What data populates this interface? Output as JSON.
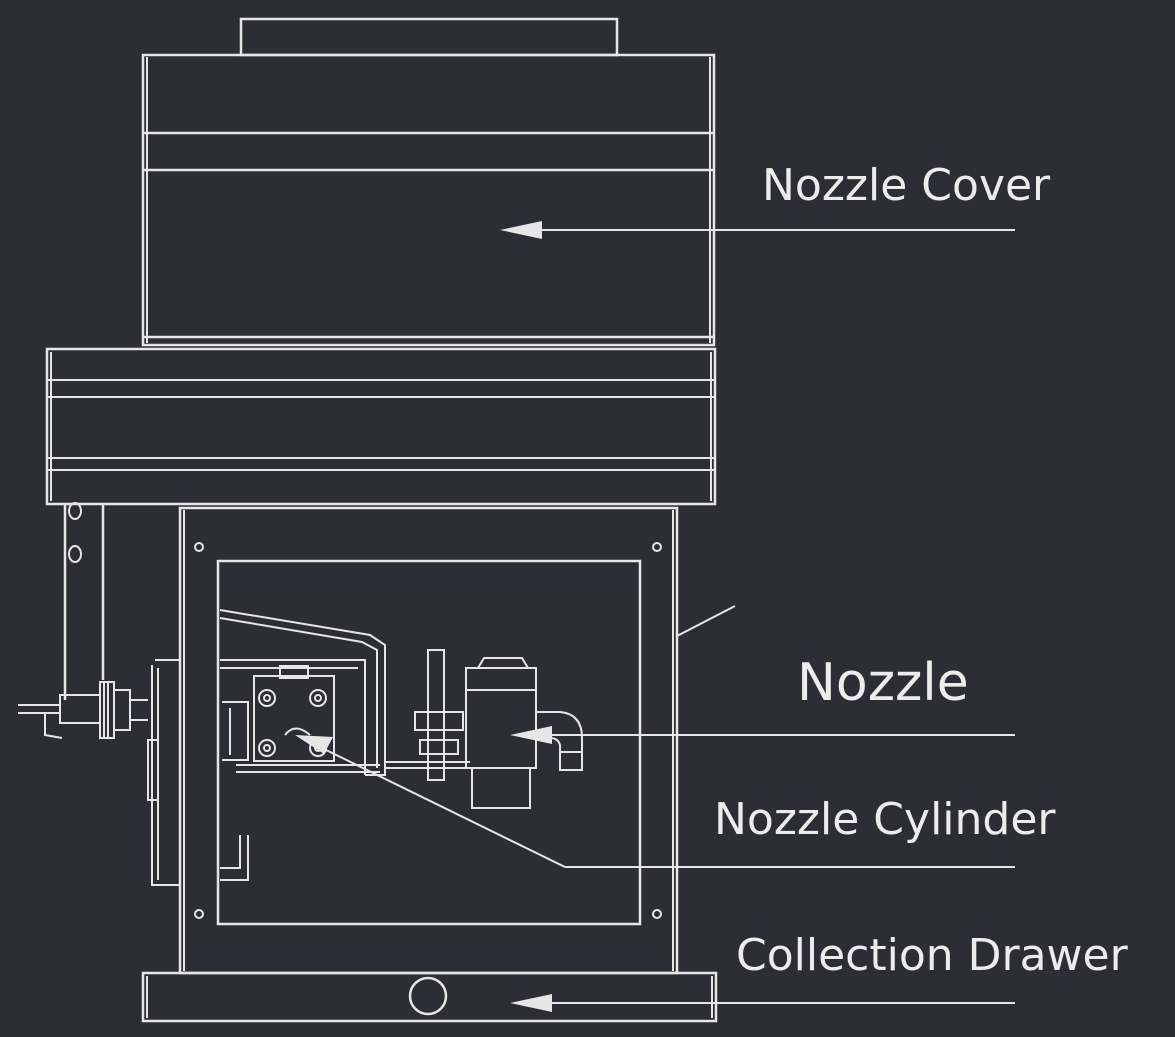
{
  "labels": {
    "nozzle_cover": "Nozzle Cover",
    "nozzle": "Nozzle",
    "nozzle_cylinder": "Nozzle Cylinder",
    "collection_drawer": "Collection Drawer"
  },
  "colors": {
    "background": "#2d2e35",
    "line": "#e6e6e6",
    "text": "#ececec"
  }
}
